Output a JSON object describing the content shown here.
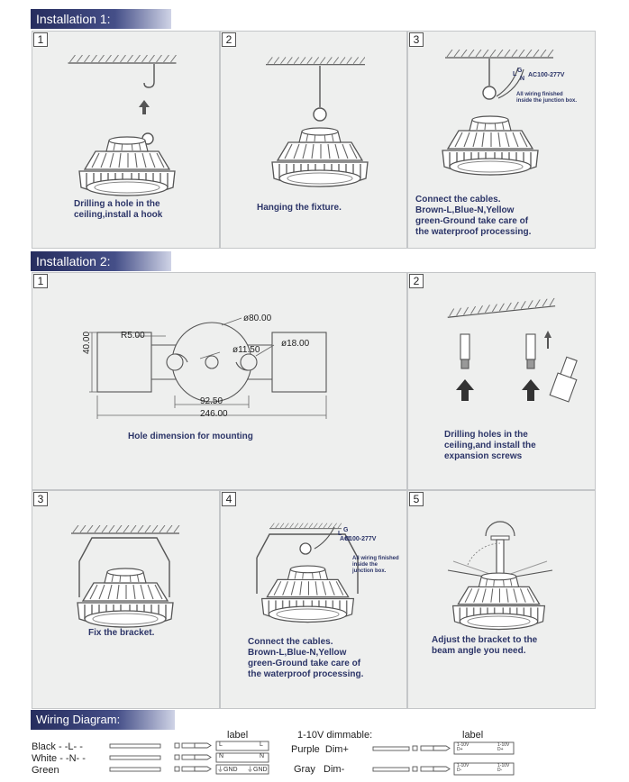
{
  "installation1": {
    "title": "Installation 1:",
    "steps": [
      {
        "num": "1",
        "lines": [
          "Drilling a hole in the",
          "ceiling,install a hook"
        ]
      },
      {
        "num": "2",
        "lines": [
          "Hanging the fixture."
        ]
      },
      {
        "num": "3",
        "lines": [
          "Connect the  cables.",
          "Brown-L,Blue-N,Yellow",
          "green-Ground take care of",
          "the waterproof processing."
        ],
        "voltage": "AC100-277V",
        "wire_letters": [
          "L",
          "G",
          "N"
        ],
        "note": [
          "All wiring finished",
          "inside the junction box."
        ]
      }
    ]
  },
  "installation2": {
    "title": "Installation 2:",
    "steps": [
      {
        "num": "1",
        "caption": "Hole dimension for mounting",
        "dims": {
          "d80": "ø80.00",
          "r5": "R5.00",
          "d11": "ø11.50",
          "d18": "ø18.00",
          "h40": "40.00",
          "w92": "92.50",
          "w246": "246.00"
        }
      },
      {
        "num": "2",
        "lines": [
          "Drilling holes in the",
          "ceiling,and install the",
          "expansion screws"
        ]
      },
      {
        "num": "3",
        "lines": [
          "Fix the bracket."
        ]
      },
      {
        "num": "4",
        "lines": [
          "Connect the  cables.",
          "Brown-L,Blue-N,Yellow",
          "green-Ground take care of",
          "the waterproof processing."
        ],
        "voltage": "AC100-277V",
        "wire_letters": [
          "L",
          "G",
          "N"
        ],
        "note": [
          "All wiring finished",
          "inside the",
          "junction box."
        ]
      },
      {
        "num": "5",
        "lines": [
          "Adjust the bracket to the",
          "beam angle you need."
        ]
      }
    ]
  },
  "wiring": {
    "title": "Wiring Diagram:",
    "label_header": "label",
    "dimmable_header": "1-10V dimmable:",
    "label_header2": "label",
    "left_rows": [
      {
        "color": "Black",
        "code": "- -L- -",
        "label": "L"
      },
      {
        "color": "White",
        "code": "- -N- -",
        "label": "N"
      },
      {
        "color": "Green",
        "code": "",
        "label": "⏚GND"
      }
    ],
    "right_rows": [
      {
        "color": "Purple",
        "code": "Dim+",
        "label_a": "1-10V",
        "label_b": "D+"
      },
      {
        "color": "Gray",
        "code": "Dim-",
        "label_a": "1-10V",
        "label_b": "D-"
      }
    ]
  },
  "colors": {
    "banner": "#2e3566",
    "caption": "#2c3568",
    "panel": "#eeefee"
  }
}
